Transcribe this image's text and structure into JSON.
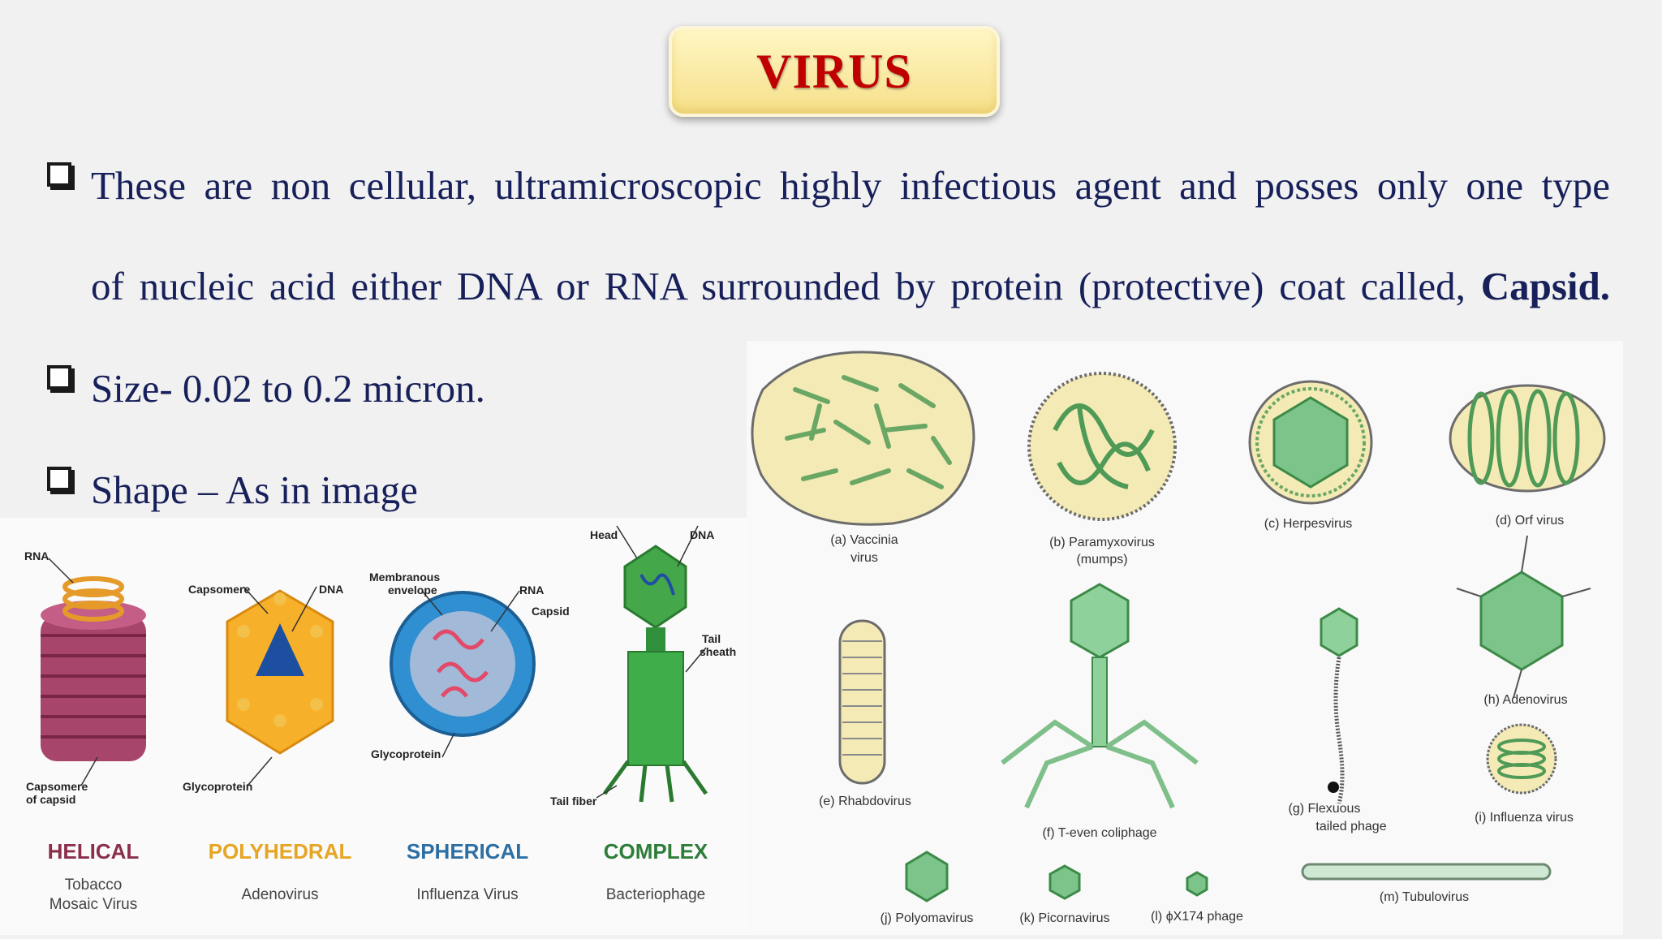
{
  "slide": {
    "title": "VIRUS",
    "bullets": [
      {
        "line_a": "These are non cellular, ultramicroscopic highly infectious agent and posses only one type",
        "line_b": "of nucleic acid either DNA or RNA surrounded by protein (protective) coat called,",
        "line_b_bold": "Capsid."
      },
      {
        "text": "Size- 0.02 to 0.2 micron."
      },
      {
        "text": "Shape – As in image"
      }
    ]
  },
  "left_figure": {
    "callouts": {
      "rna": "RNA",
      "capsomere_capsid_1": "Capsomere",
      "capsomere_capsid_2": "of capsid",
      "capsomere": "Capsomere",
      "dna_poly": "DNA",
      "glycoprotein_poly": "Glycoprotein",
      "membranous_1": "Membranous",
      "membranous_2": "envelope",
      "rna_sph": "RNA",
      "capsid_sph": "Capsid",
      "glycoprotein_sph": "Glycoprotein",
      "head": "Head",
      "dna_comp": "DNA",
      "tail_1": "Tail",
      "tail_2": "sheath",
      "tail_fiber": "Tail fiber"
    },
    "types": [
      {
        "name": "HELICAL",
        "color": "#8b2f4b",
        "example_1": "Tobacco",
        "example_2": "Mosaic Virus"
      },
      {
        "name": "POLYHEDRAL",
        "color": "#e6a523",
        "example_1": "Adenovirus",
        "example_2": ""
      },
      {
        "name": "SPHERICAL",
        "color": "#2d6fa3",
        "example_1": "Influenza Virus",
        "example_2": ""
      },
      {
        "name": "COMPLEX",
        "color": "#2e7d3a",
        "example_1": "Bacteriophage",
        "example_2": ""
      }
    ]
  },
  "right_figure": {
    "labels": {
      "a1": "(a) Vaccinia",
      "a2": "virus",
      "b1": "(b) Paramyxovirus",
      "b2": "(mumps)",
      "c": "(c) Herpesvirus",
      "d": "(d) Orf virus",
      "e": "(e) Rhabdovirus",
      "f": "(f) T-even coliphage",
      "g1": "(g) Flexuous",
      "g2": "tailed phage",
      "h": "(h) Adenovirus",
      "i": "(i) Influenza virus",
      "j": "(j) Polyomavirus",
      "k": "(k) Picornavirus",
      "l": "(l) ϕX174 phage",
      "m": "(m) Tubulovirus"
    }
  }
}
